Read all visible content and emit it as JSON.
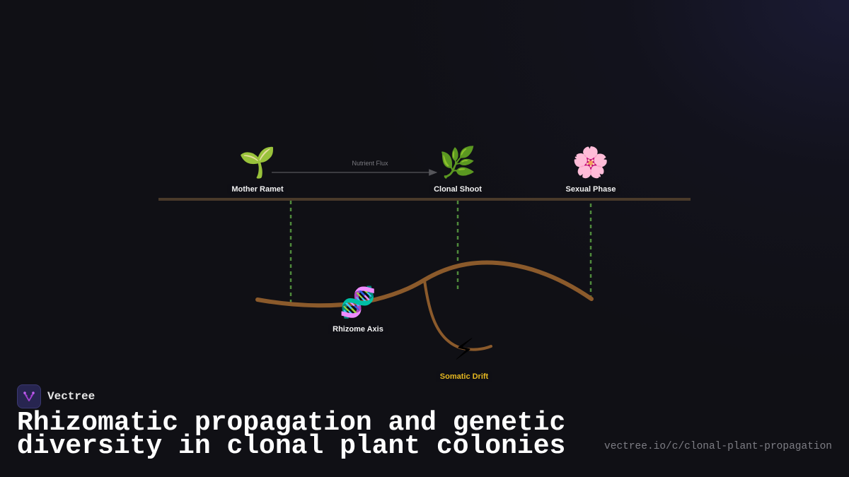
{
  "diagram": {
    "nodes": [
      {
        "id": "mother-ramet",
        "label": "Mother Ramet",
        "icon": "seedling-icon",
        "glyph": "🌱"
      },
      {
        "id": "clonal-shoot",
        "label": "Clonal Shoot",
        "icon": "herb-icon",
        "glyph": "🌿"
      },
      {
        "id": "sexual-phase",
        "label": "Sexual Phase",
        "icon": "cherry-blossom-icon",
        "glyph": "🌸"
      },
      {
        "id": "rhizome-axis",
        "label": "Rhizome Axis",
        "icon": "dna-icon",
        "glyph": "🧬"
      },
      {
        "id": "somatic-drift",
        "label": "Somatic Drift",
        "icon": "lightning-icon",
        "glyph": "⚡"
      }
    ],
    "edges": [
      {
        "from": "mother-ramet",
        "to": "clonal-shoot",
        "label": "Nutrient Flux"
      }
    ],
    "colors": {
      "ground_line": "#4a3a2a",
      "rhizome": "#8b5a2b",
      "root_dash": "#4f8a3c",
      "arrow": "#55555a",
      "warn_label": "#e6b820"
    }
  },
  "brand": {
    "name": "Vectree"
  },
  "title": {
    "line1": "Rhizomatic propagation and genetic",
    "line2": "diversity in clonal plant colonies"
  },
  "url": "vectree.io/c/clonal-plant-propagation"
}
